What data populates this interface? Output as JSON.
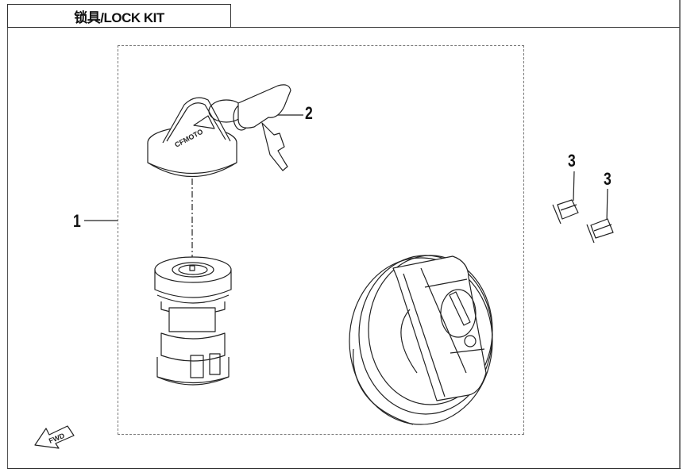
{
  "header": {
    "title": "锁具/LOCK KIT"
  },
  "diagram": {
    "type": "exploded-parts-view",
    "parts": [
      {
        "callout": "1",
        "name": "Lock kit assembly (ignition lock + fuel cap)"
      },
      {
        "callout": "2",
        "name": "Key with key fob (CFMOTO)"
      },
      {
        "callout": "3",
        "name": "Rivet / bushing"
      },
      {
        "callout": "3",
        "name": "Rivet / bushing"
      }
    ],
    "key_fob_text": "CFMOTO",
    "direction_marker": "FWD",
    "colors": {
      "line": "#222222",
      "dashed_box": "#777777",
      "background": "#ffffff"
    }
  }
}
